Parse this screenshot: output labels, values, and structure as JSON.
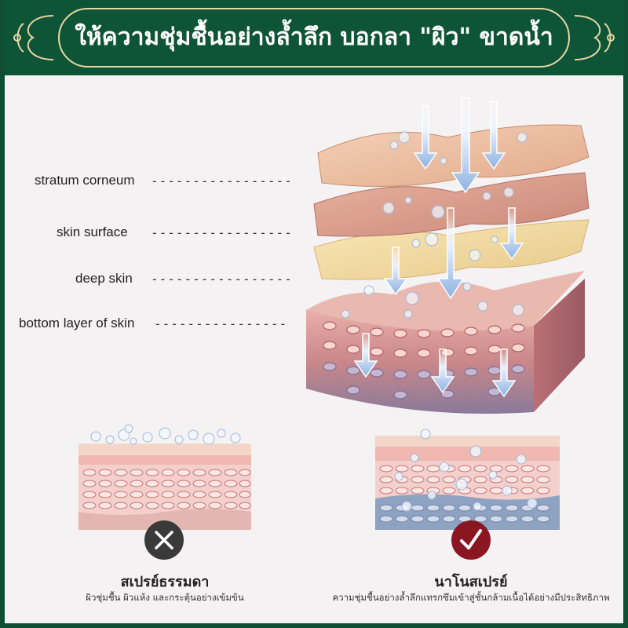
{
  "banner": {
    "title": "ให้ความชุ่มชื้นอย่างล้ำลึก บอกลา \"ผิว\" ขาดน้ำ"
  },
  "layers": {
    "labels": [
      "stratum corneum",
      "skin surface",
      "deep skin",
      "bottom layer of skin"
    ]
  },
  "comparison": {
    "left": {
      "title": "สเปรย์ธรรมดา",
      "description": "ผิวชุ่มชื้น ผิวแห้ง และกระตุ้นอย่างเข้มข้น",
      "result_icon": "cross-icon"
    },
    "right": {
      "title": "นาโนสเปรย์",
      "description": "ความชุ่มชื้นอย่างล้ำลึกแทรกซึมเข้าสู่ชั้นกล้ามเนื้อได้อย่างมีประสิทธิภาพ",
      "result_icon": "check-icon"
    }
  },
  "colors": {
    "brand_green": "#0e5436",
    "gold": "#e9d7a5",
    "bad": "#3a3a3a",
    "good": "#8a1622"
  }
}
